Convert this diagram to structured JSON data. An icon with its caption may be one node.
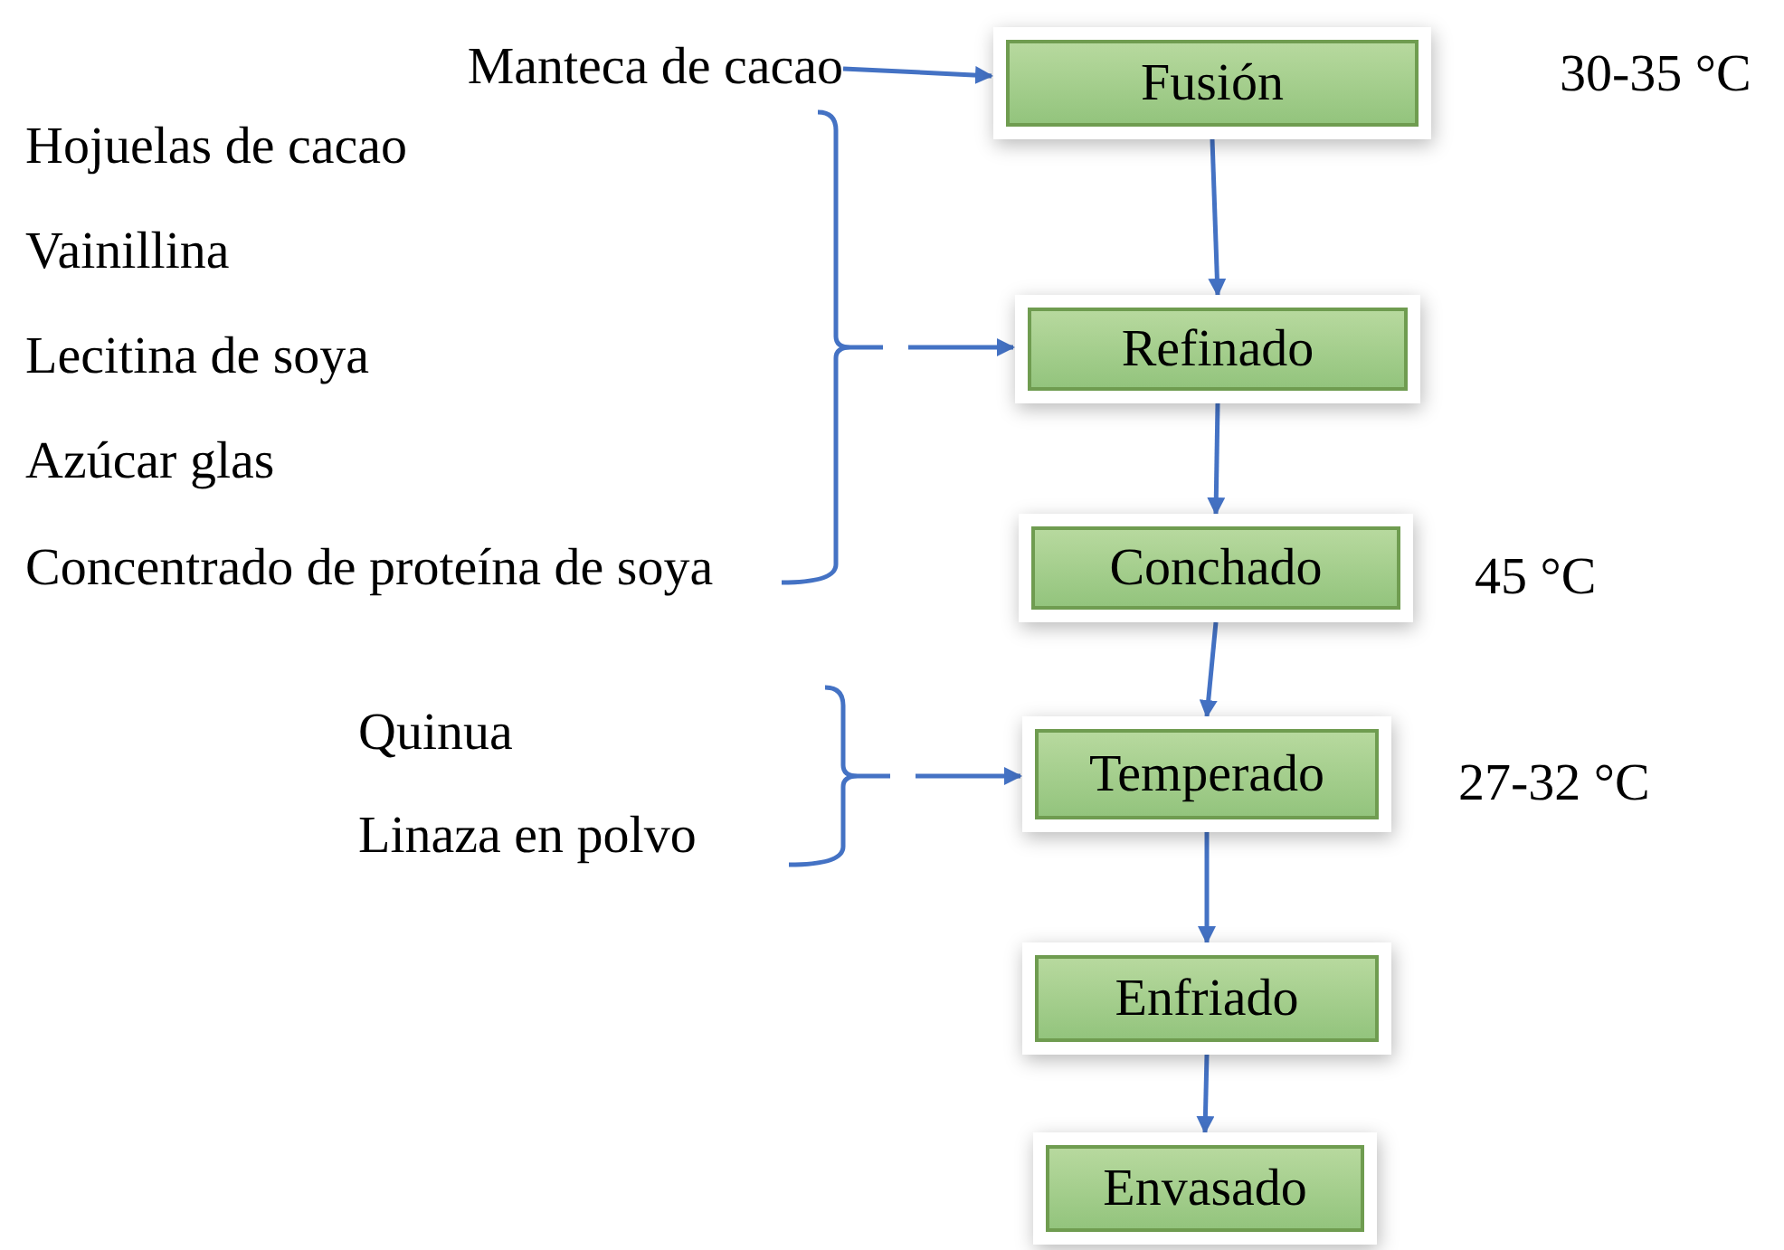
{
  "diagram": {
    "nodes": [
      {
        "text": [
          "Manteca de cacao"
        ]
      },
      {
        "text": [
          "Fusión"
        ],
        "beside": [
          "30-35 °C"
        ]
      },
      {
        "text": [
          "Hojuelas de cacao",
          "Vainillina",
          "Lecitina de soya",
          "Azúcar glas",
          "Concentrado de proteína de soya"
        ]
      },
      {
        "text": [
          "Refinado"
        ]
      },
      {
        "text": [
          "Conchado"
        ],
        "beside": [
          "45 °C"
        ]
      },
      {
        "text": [
          "Quinua",
          "Linaza en polvo"
        ]
      },
      {
        "text": [
          "Temperado"
        ],
        "beside": [
          "27-32 °C"
        ]
      },
      {
        "text": [
          "Enfriado"
        ]
      },
      {
        "text": [
          "Envasado"
        ]
      }
    ],
    "edges": [
      {
        "from": 0,
        "to": 1,
        "arrow": "to"
      },
      {
        "from": 1,
        "to": 3,
        "arrow": "to"
      },
      {
        "from": 2,
        "to": 3,
        "arrow": "to",
        "style": "dashed"
      },
      {
        "from": 3,
        "to": 4,
        "arrow": "to"
      },
      {
        "from": 4,
        "to": 6,
        "arrow": "to"
      },
      {
        "from": 5,
        "to": 6,
        "arrow": "to",
        "style": "dashed"
      },
      {
        "from": 6,
        "to": 7,
        "arrow": "to"
      },
      {
        "from": 7,
        "to": 8,
        "arrow": "to"
      }
    ]
  }
}
